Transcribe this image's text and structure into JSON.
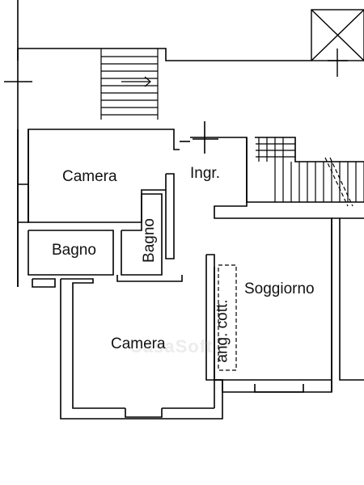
{
  "plan": {
    "rooms": {
      "camera_top": "Camera",
      "ingr": "Ingr.",
      "bagno_left": "Bagno",
      "bagno_rot": "Bagno",
      "soggiorno": "Soggiorno",
      "ang_cott": "ang. cott.",
      "camera_bottom": "Camera"
    },
    "watermark": "CasaSoft",
    "colors": {
      "wall": "#000000",
      "background": "#ffffff",
      "hatch": "#555555"
    }
  }
}
